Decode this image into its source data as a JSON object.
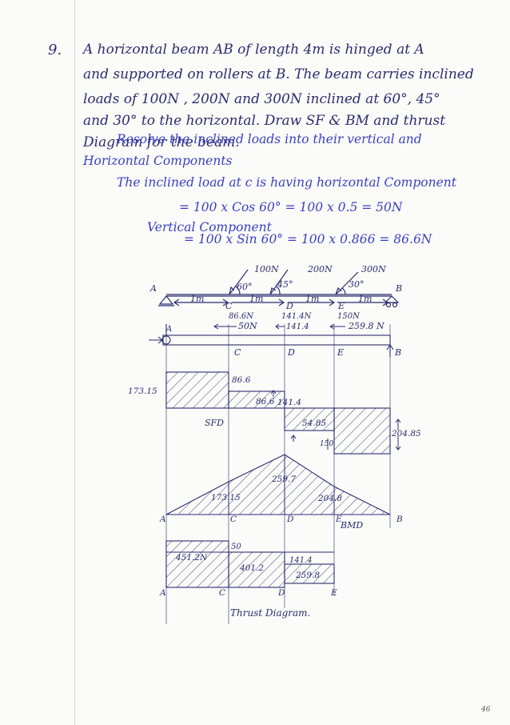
{
  "question": {
    "number": "9.",
    "lines": [
      "A   horizontal  beam  AB of  length  4m  is  hinged  at A",
      "and  supported  on  rollers  at B.  The  beam  carries  inclined",
      "loads  of  100N ,  200N  and  300N  inclined  at 60°, 45°",
      "and 30°  to  the  horizontal.  Draw  SF &  BM  and  thrust",
      "Diagram  for  the  beam."
    ]
  },
  "solution": {
    "resolve": [
      "Resolve  the  inclined  loads  into  their  vertical  and",
      "Horizontal  Components"
    ],
    "horiz_intro": "The  inclined  load  at c  is  having  horizontal  Component",
    "horiz_calc": "=   100 x Cos 60°   =   100 x 0.5  =  50N",
    "vert_intro": "Vertical  Component",
    "vert_calc": "=  100 x Sin 60°   =   100 x 0.866 =  86.6N"
  },
  "beam": {
    "loads": [
      "100N",
      "200N",
      "300N"
    ],
    "angles": [
      "60°",
      "45°",
      "30°"
    ],
    "points": [
      "A",
      "C",
      "D",
      "E",
      "B"
    ],
    "spans": [
      "1m",
      "1m",
      "1m",
      "1m"
    ],
    "vertical_components": [
      "86.6N",
      "141.4N",
      "150N"
    ],
    "horizontal_components": [
      "50N",
      "141.4",
      "259.8 N"
    ]
  },
  "sfd": {
    "label": "SFD",
    "values": [
      "173.15",
      "86.6",
      "86.6",
      "141.4",
      "54.85",
      "150",
      "204.85"
    ],
    "points": [
      "C",
      "D",
      "E",
      "B"
    ]
  },
  "bmd": {
    "label": "BMD",
    "values": [
      "173.15",
      "259.7",
      "204.8"
    ],
    "points": [
      "A",
      "C",
      "D",
      "E",
      "B"
    ]
  },
  "thrust": {
    "label": "Thrust  Diagram.",
    "values": [
      "451.2N",
      "50",
      "401.2",
      "141.4",
      "259.8"
    ],
    "points": [
      "A",
      "C",
      "D",
      "E"
    ]
  },
  "page_number": "46"
}
